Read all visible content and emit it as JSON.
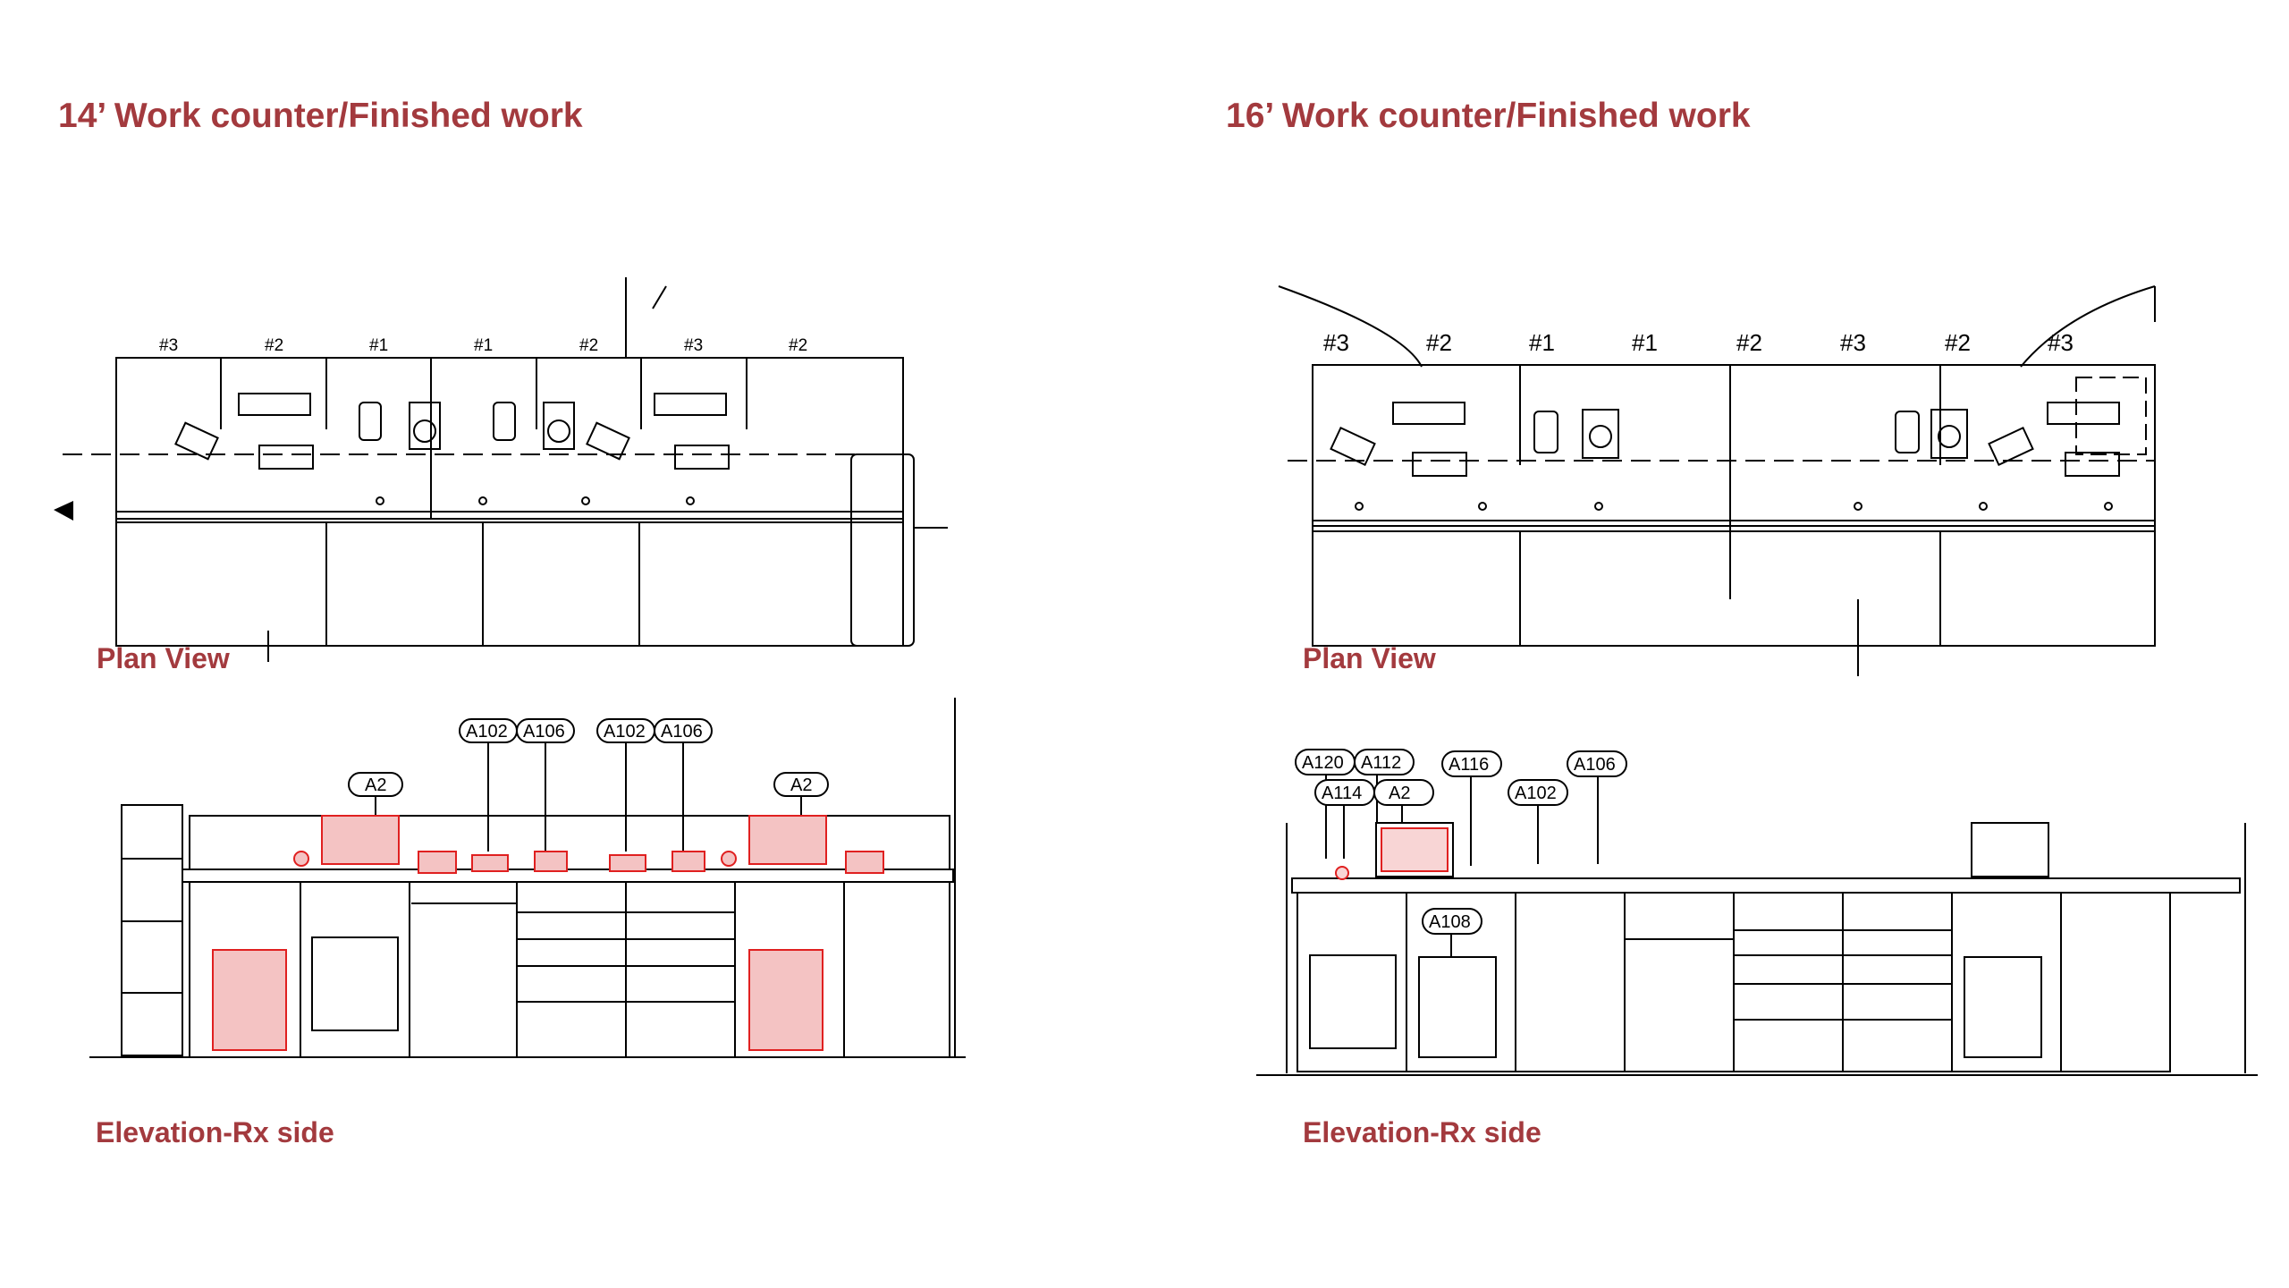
{
  "left_panel": {
    "heading": "14’ Work counter/Finished work",
    "plan_caption": "Plan View",
    "elevation_caption": "Elevation-Rx side",
    "plan_labels": [
      "#3",
      "#2",
      "#1",
      "#1",
      "#2",
      "#3",
      "#2"
    ],
    "elevation_tags": {
      "top": [
        "A102",
        "A106",
        "A102",
        "A106"
      ],
      "side": [
        "A2",
        "A2"
      ]
    }
  },
  "right_panel": {
    "heading": "16’ Work counter/Finished work",
    "plan_caption": "Plan View",
    "elevation_caption": "Elevation-Rx side",
    "plan_labels": [
      "#3",
      "#2",
      "#1",
      "#1",
      "#2",
      "#3",
      "#2",
      "#3"
    ],
    "elevation_tags": {
      "row1": [
        "A120",
        "A112",
        "A116",
        "A106"
      ],
      "row2": [
        "A114",
        "A2",
        "A102"
      ],
      "lower": [
        "A108"
      ]
    }
  },
  "colors": {
    "heading_red": "#a33a3e",
    "equipment_red": "#e02020",
    "line_black": "#000000"
  }
}
